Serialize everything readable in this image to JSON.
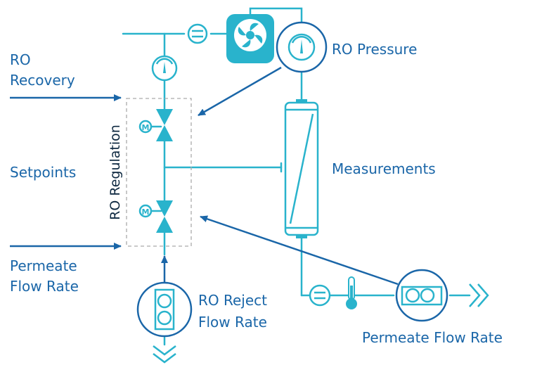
{
  "colors": {
    "cyan": "#29b3cc",
    "blue": "#1a66a8",
    "dark": "#0d2840",
    "box": "#aaaaaa"
  },
  "labels": {
    "ro_recovery_line1": "RO",
    "ro_recovery_line2": "Recovery",
    "setpoints": "Setpoints",
    "permeate_line1": "Permeate",
    "permeate_line2": "Flow Rate",
    "ro_regulation": "RO Regulation",
    "ro_pressure": "RO Pressure",
    "measurements": "Measurements",
    "ro_reject_line1": "RO Reject",
    "ro_reject_line2": "Flow Rate",
    "permeate_flow_rate": "Permeate Flow Rate",
    "motor_symbol": "M"
  },
  "icons": [
    "pump-icon",
    "pressure-gauge-icon",
    "flow-restrictor-icon",
    "control-valve-icon",
    "membrane-vessel-icon",
    "flow-meter-icon",
    "thermometer-icon",
    "outlet-chevron-icon"
  ]
}
